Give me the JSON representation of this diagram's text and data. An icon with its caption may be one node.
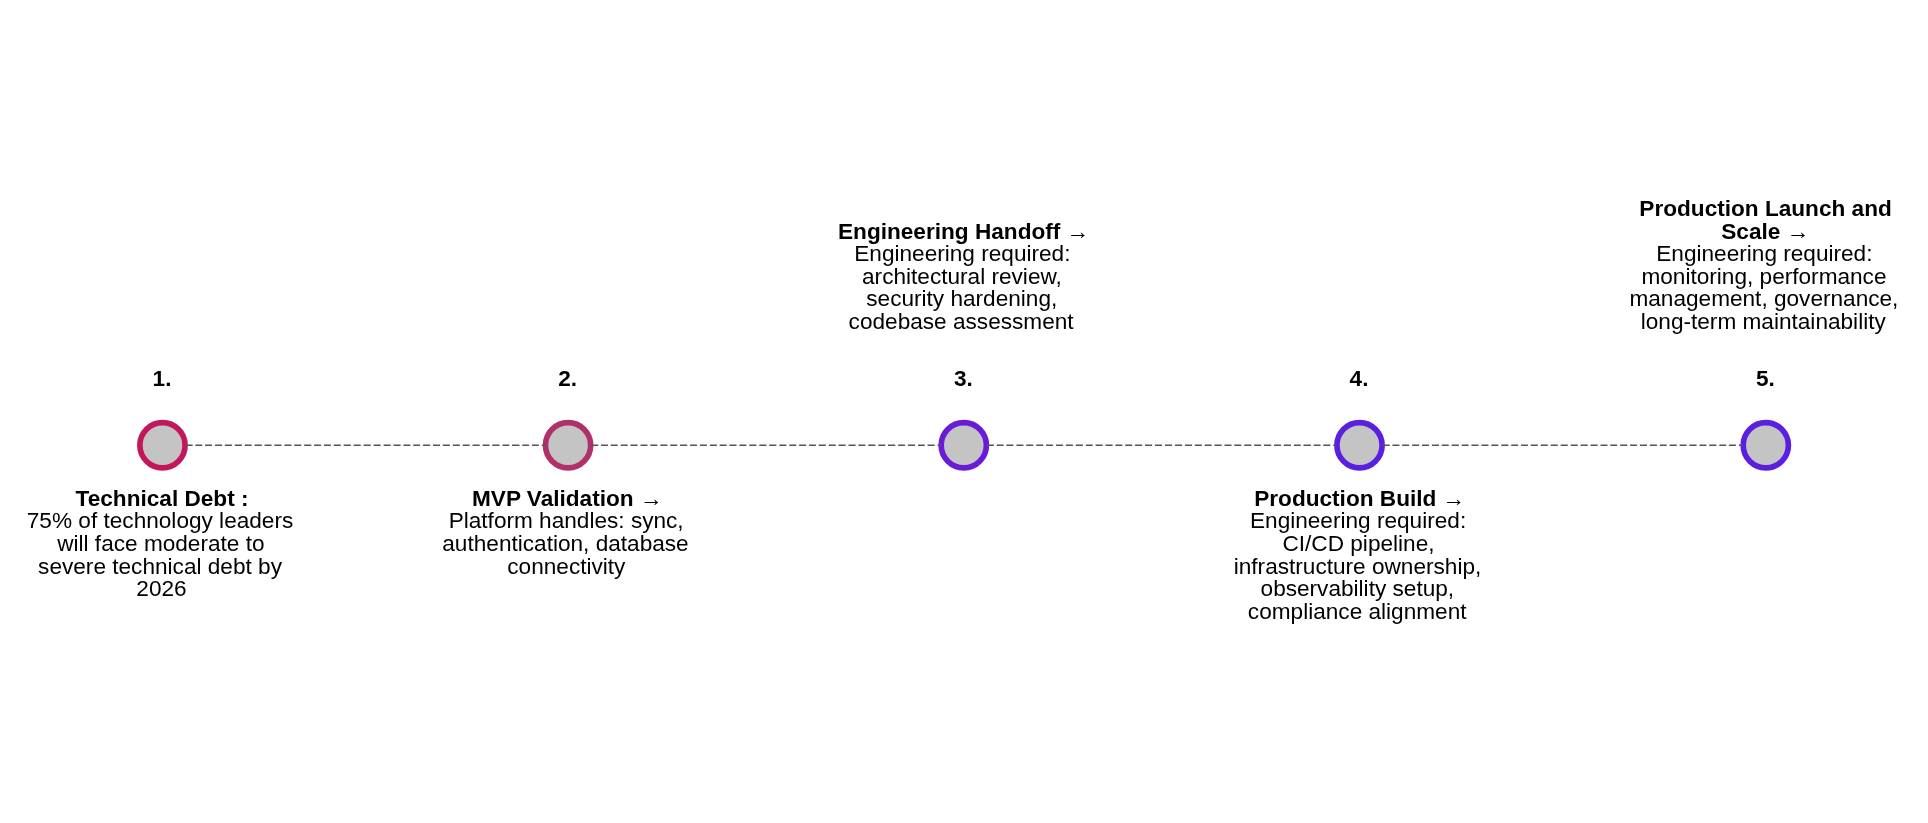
{
  "diagram": {
    "nodes": [
      {
        "text": [],
        "shape": "circle",
        "beside": [
          "1.",
          "Technical Debt :",
          "75% of technology leaders will face moderate to severe technical debt by 2026"
        ]
      },
      {
        "text": [],
        "shape": "circle",
        "beside": [
          "2.",
          "MVP Validation →",
          "Platform handles: sync, authentication, database connectivity"
        ]
      },
      {
        "text": [],
        "shape": "circle",
        "beside": [
          "3.",
          "Engineering Handoff →",
          "Engineering required: architectural review, security hardening, codebase assessment"
        ]
      },
      {
        "text": [],
        "shape": "circle",
        "beside": [
          "4.",
          "Production Build →",
          "Engineering required: CI/CD pipeline, infrastructure ownership, observability setup, compliance alignment"
        ]
      },
      {
        "text": [],
        "shape": "circle",
        "beside": [
          "5.",
          "Production Launch and Scale →",
          "Engineering required: monitoring, performance management, governance, long-term maintainability"
        ]
      }
    ],
    "edges": [
      {
        "from": 0,
        "to": 1,
        "arrow": "none",
        "style": "dashed"
      },
      {
        "from": 1,
        "to": 2,
        "arrow": "none",
        "style": "dashed"
      },
      {
        "from": 2,
        "to": 3,
        "arrow": "none",
        "style": "dashed"
      },
      {
        "from": 3,
        "to": 4,
        "arrow": "none",
        "style": "dashed"
      }
    ]
  }
}
